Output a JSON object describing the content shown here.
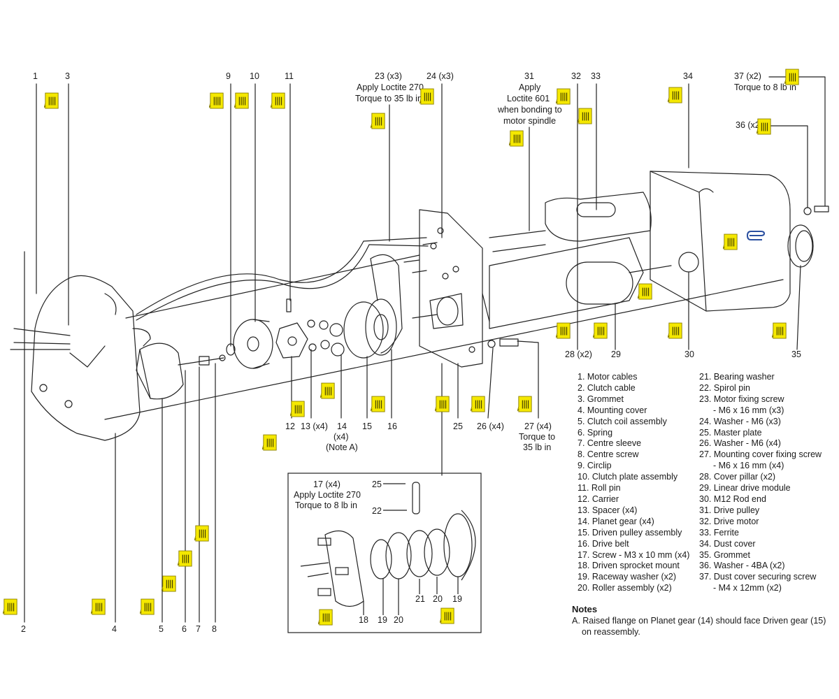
{
  "callouts": {
    "c1": "1",
    "c3": "3",
    "c9": "9",
    "c10": "10",
    "c11": "11",
    "c23": "23 (x3)",
    "c23a": "Apply Loctite 270",
    "c23b": "Torque to 35 lb in",
    "c24": "24 (x3)",
    "c31": "31",
    "c31a": "Apply",
    "c31b": "Loctite 601",
    "c31c": "when bonding to",
    "c31d": "motor spindle",
    "c32": "32",
    "c33": "33",
    "c34": "34",
    "c37": "37 (x2)",
    "c37a": "Torque to 8 lb in",
    "c36": "36 (x2)",
    "c28": "28 (x2)",
    "c29": "29",
    "c30": "30",
    "c35": "35",
    "c12": "12",
    "c13": "13 (x4)",
    "c14": "14",
    "c14a": "(x4)",
    "c14b": "(Note A)",
    "c15": "15",
    "c16": "16",
    "c25": "25",
    "c26": "26 (x4)",
    "c27": "27 (x4)",
    "c27a": "Torque to",
    "c27b": "35 lb in",
    "c2": "2",
    "c4": "4",
    "c5": "5",
    "c6": "6",
    "c7": "7",
    "c8": "8",
    "c17": "17 (x4)",
    "c17a": "Apply Loctite 270",
    "c17b": "Torque to 8 lb in",
    "i25": "25",
    "i22": "22",
    "i18": "18",
    "i19": "19",
    "i20": "20",
    "i21": "21",
    "i20b": "20",
    "i19b": "19"
  },
  "legend_left": [
    "1. Motor cables",
    "2. Clutch cable",
    "3. Grommet",
    "4. Mounting cover",
    "5. Clutch coil assembly",
    "6. Spring",
    "7. Centre sleeve",
    "8. Centre screw",
    "9. Circlip",
    "10. Clutch plate assembly",
    "11. Roll pin",
    "12. Carrier",
    "13. Spacer (x4)",
    "14. Planet gear (x4)",
    "15. Driven pulley assembly",
    "16. Drive belt",
    "17. Screw - M3 x 10 mm (x4)",
    "18. Driven sprocket mount",
    "19. Raceway washer (x2)",
    "20. Roller assembly (x2)"
  ],
  "legend_right": [
    "21. Bearing washer",
    "22. Spirol pin",
    "23. Motor fixing screw",
    "- M6 x 16 mm (x3)",
    "24. Washer - M6 (x3)",
    "25. Master plate",
    "26. Washer - M6 (x4)",
    "27. Mounting cover fixing screw",
    "- M6 x 16 mm (x4)",
    "28. Cover pillar (x2)",
    "29. Linear drive module",
    "30. M12 Rod end",
    "31. Drive pulley",
    "32. Drive motor",
    "33. Ferrite",
    "34. Dust cover",
    "35. Grommet",
    "36. Washer - 4BA (x2)",
    "37. Dust cover securing screw",
    "- M4 x 12mm (x2)"
  ],
  "notes": {
    "title": "Notes",
    "line1": "A. Raised flange on Planet gear (14) should face Driven gear (15)",
    "line2": "on reassembly."
  },
  "annotation_icons": {
    "name": "sticky-note-icon",
    "fill": "#f5e800",
    "stroke": "#8a7f00"
  }
}
